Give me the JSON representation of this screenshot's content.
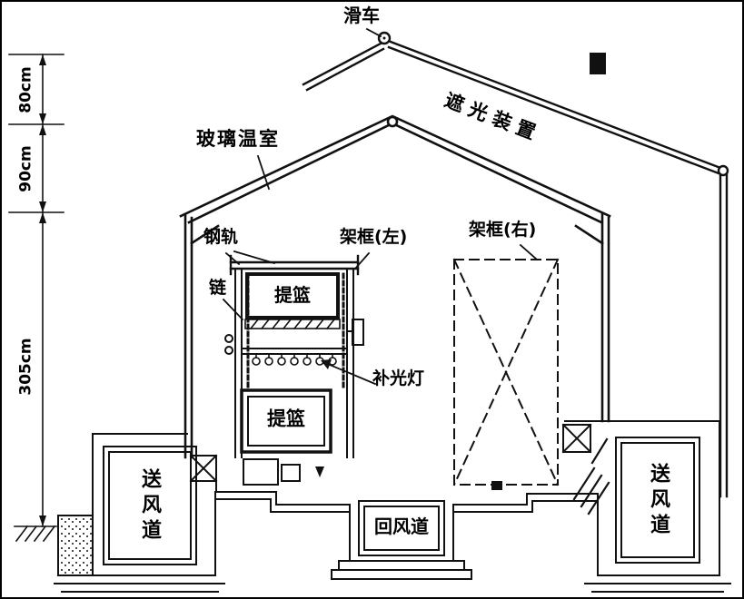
{
  "labels": {
    "pulley": "滑车",
    "shading_device": "遮光装置",
    "glass_greenhouse": "玻璃温室",
    "steel_rail": "钢轨",
    "rack_left": "架框(左)",
    "rack_right": "架框(右)",
    "chain": "链",
    "basket_upper": "提篮",
    "basket_lower": "提篮",
    "supplementary_light": "补光灯",
    "supply_duct_left": "送风道",
    "return_duct": "回风道",
    "supply_duct_right": "送风道"
  },
  "dimensions": {
    "roof_upper": "80cm",
    "roof_lower": "90cm",
    "wall": "305cm"
  },
  "colors": {
    "line": "#111111",
    "background": "#ffffff"
  }
}
